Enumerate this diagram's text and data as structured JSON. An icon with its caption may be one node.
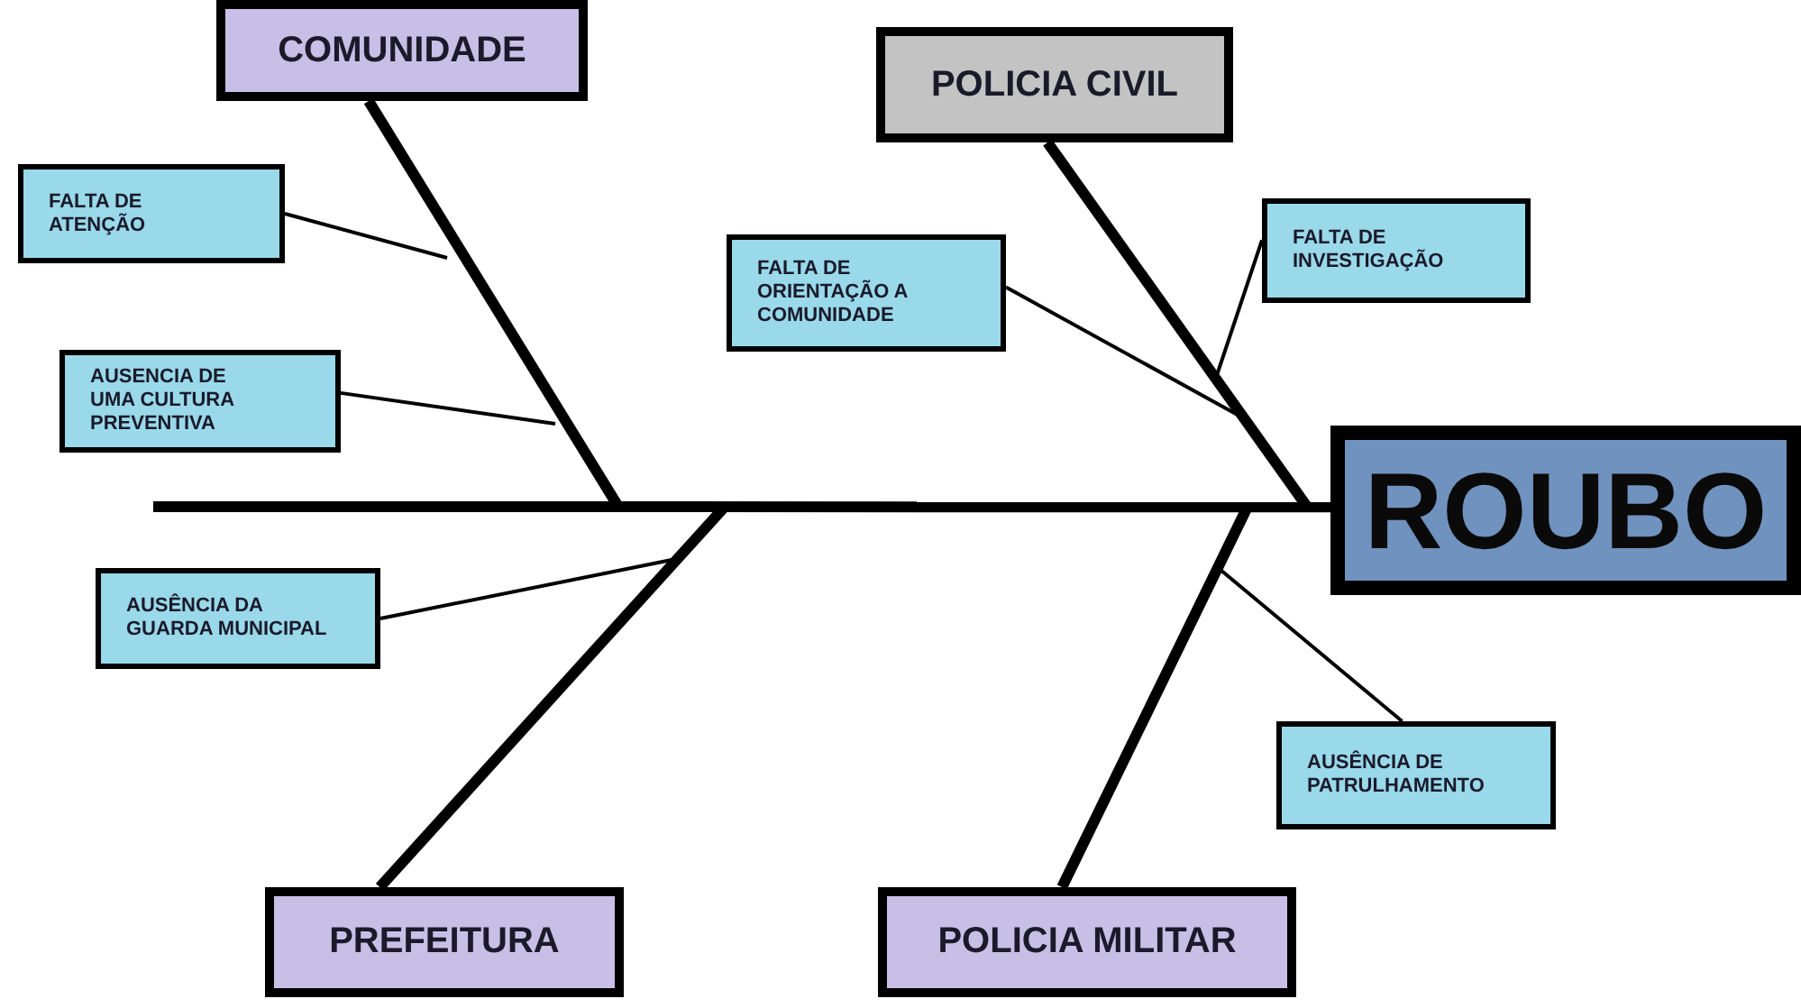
{
  "diagram": {
    "nodes": [
      {
        "text": [
          "COMUNIDADE"
        ]
      },
      {
        "text": [
          "POLICIA CIVIL"
        ]
      },
      {
        "text": [
          "FALTA DE ATENÇÃO"
        ]
      },
      {
        "text": [
          "FALTA DE INVESTIGAÇÃO"
        ]
      },
      {
        "text": [
          "FALTA DE ORIENTAÇÃO A COMUNIDADE"
        ]
      },
      {
        "text": [
          "AUSENCIA DE UMA CULTURA PREVENTIVA"
        ]
      },
      {
        "text": [
          "ROUBO"
        ]
      },
      {
        "text": [
          "AUSÊNCIA DA GUARDA MUNICIPAL"
        ]
      },
      {
        "text": [
          "AUSÊNCIA DE PATRULHAMENTO"
        ]
      },
      {
        "text": [
          "PREFEITURA"
        ]
      },
      {
        "text": [
          "POLICIA MILITAR"
        ]
      }
    ],
    "edges": [
      {
        "from": null,
        "to": 6,
        "arrow": "none",
        "style": "thick"
      },
      {
        "from": 0,
        "to": null,
        "arrow": "none",
        "style": "thick"
      },
      {
        "from": 1,
        "to": null,
        "arrow": "none",
        "style": "thick"
      },
      {
        "from": 9,
        "to": null,
        "arrow": "none",
        "style": "thick"
      },
      {
        "from": 10,
        "to": null,
        "arrow": "none",
        "style": "thick"
      },
      {
        "from": 2,
        "to": null,
        "arrow": "none"
      },
      {
        "from": 5,
        "to": null,
        "arrow": "none"
      },
      {
        "from": 4,
        "to": null,
        "arrow": "none"
      },
      {
        "from": 3,
        "to": null,
        "arrow": "none"
      },
      {
        "from": 7,
        "to": null,
        "arrow": "none"
      },
      {
        "from": 8,
        "to": null,
        "arrow": "none"
      }
    ]
  }
}
